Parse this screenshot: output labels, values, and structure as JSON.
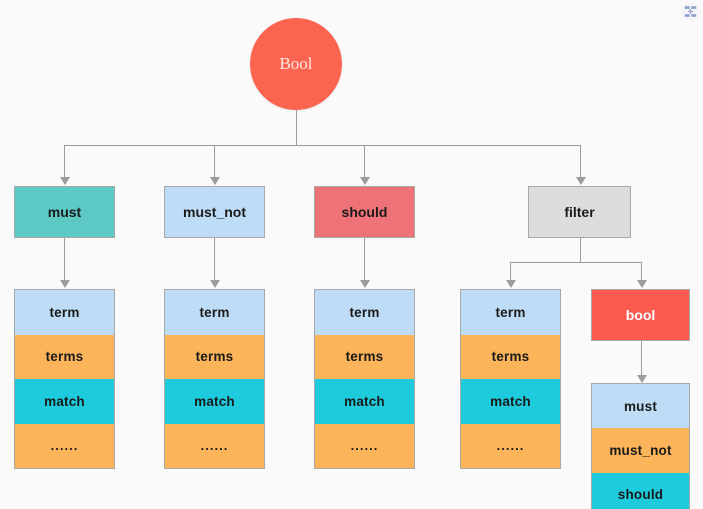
{
  "diagram": {
    "title_node": {
      "label": "Bool",
      "color": "#fa6450",
      "shape": "circle"
    },
    "level2": [
      {
        "label": "must",
        "color": "#5cc9c4",
        "text_color": "#1a1a1a"
      },
      {
        "label": "must_not",
        "color": "#bedcf5",
        "text_color": "#1a1a1a"
      },
      {
        "label": "should",
        "color": "#ef7279",
        "text_color": "#1a1a1a"
      },
      {
        "label": "filter",
        "color": "#dddddd",
        "text_color": "#1a1a1a"
      }
    ],
    "leaf_stack": [
      {
        "label": "term",
        "color": "#bedcf5"
      },
      {
        "label": "terms",
        "color": "#fcb45a"
      },
      {
        "label": "match",
        "color": "#1ecbdc"
      },
      {
        "label": "......",
        "color": "#fcb45a"
      }
    ],
    "nested_bool": {
      "label": "bool",
      "color": "#fa5a50",
      "text_color": "#ffffff"
    },
    "nested_bool_stack": [
      {
        "label": "must",
        "color": "#bedcf5"
      },
      {
        "label": "must_not",
        "color": "#fcb45a"
      },
      {
        "label": "should",
        "color": "#1ecbdc"
      }
    ],
    "connector_color": "#9c9c9c",
    "background": "#fafafa"
  },
  "overlay": {
    "expand_icon": "expand-image-icon"
  }
}
